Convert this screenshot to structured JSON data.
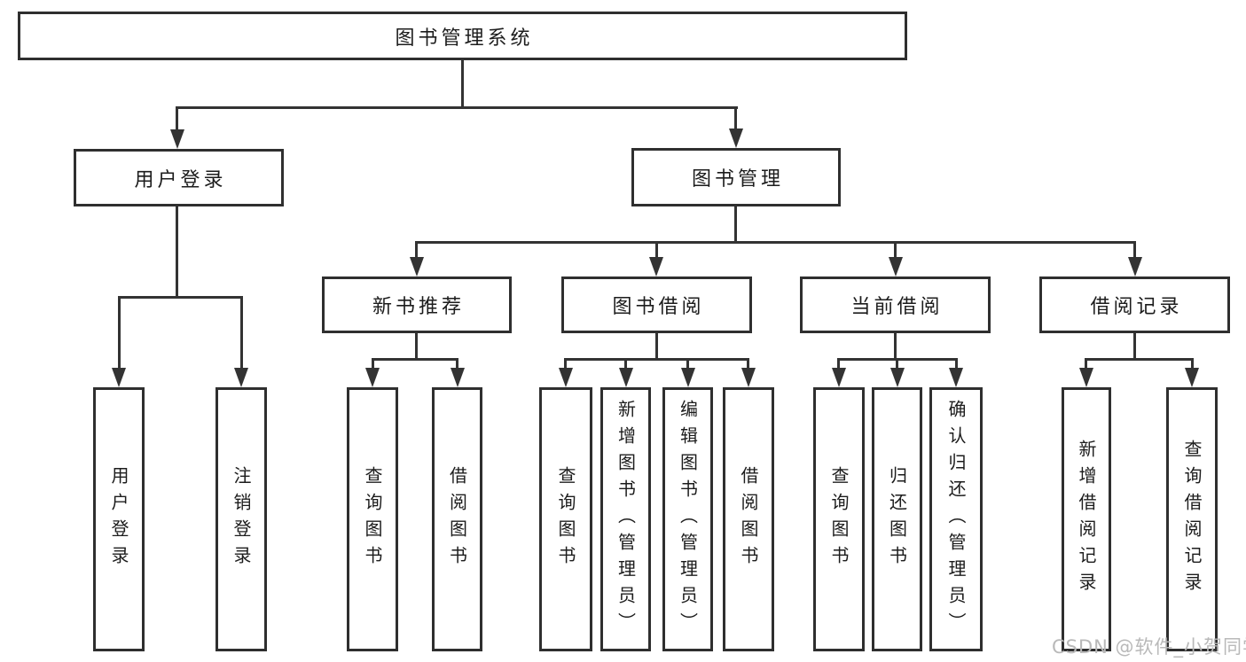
{
  "root": {
    "label": "图书管理系统"
  },
  "level2": [
    {
      "label": "用户登录"
    },
    {
      "label": "图书管理"
    }
  ],
  "level3": [
    {
      "label": "新书推荐"
    },
    {
      "label": "图书借阅"
    },
    {
      "label": "当前借阅"
    },
    {
      "label": "借阅记录"
    }
  ],
  "leaves": {
    "user_login": [
      {
        "label": "用户登录"
      },
      {
        "label": "注销登录"
      }
    ],
    "new_book_recommend": [
      {
        "label": "查询图书"
      },
      {
        "label": "借阅图书"
      }
    ],
    "book_borrow": [
      {
        "label": "查询图书"
      },
      {
        "label": "新增图书（管理员）"
      },
      {
        "label": "编辑图书（管理员）"
      },
      {
        "label": "借阅图书"
      }
    ],
    "current_borrow": [
      {
        "label": "查询图书"
      },
      {
        "label": "归还图书"
      },
      {
        "label": "确认归还（管理员）"
      }
    ],
    "borrow_record": [
      {
        "label": "新增借阅记录"
      },
      {
        "label": "查询借阅记录"
      }
    ]
  },
  "watermark": "CSDN @软件_小贺同学",
  "colors": {
    "line": "#333333",
    "border": "#2f2f2f",
    "text": "#1c1c1c",
    "watermark": "#b9b9b9",
    "background": "#ffffff"
  }
}
